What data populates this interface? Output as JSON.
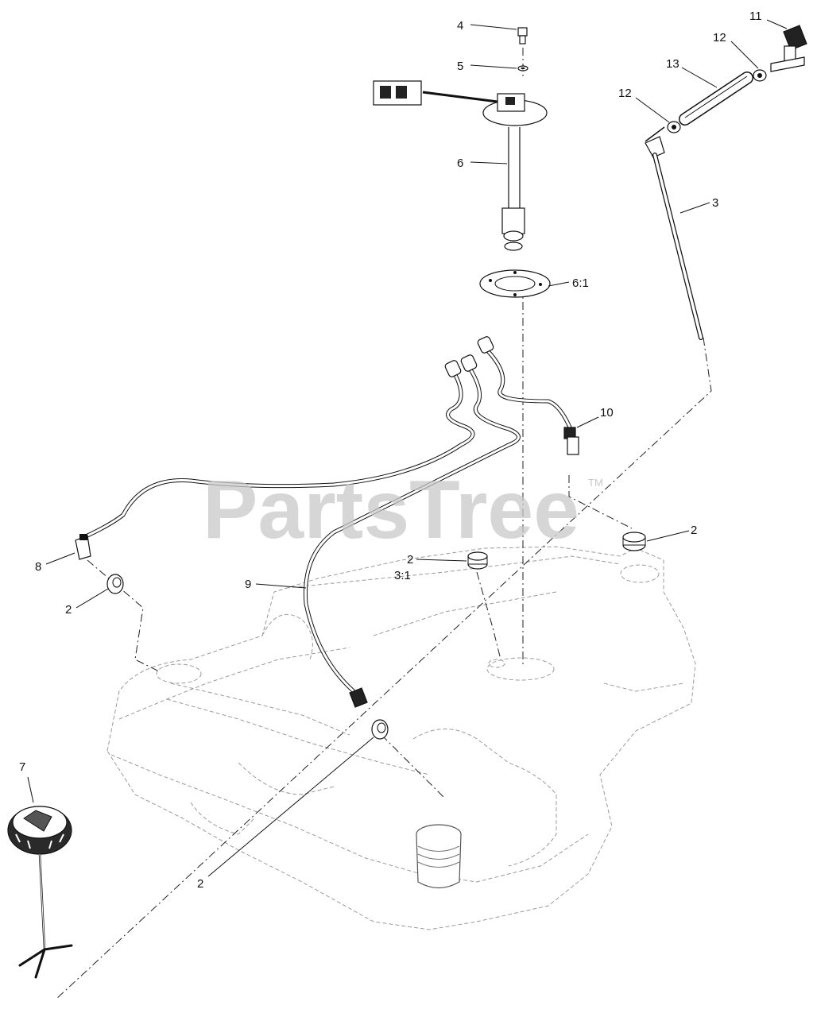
{
  "watermark": {
    "text": "PartsTree",
    "trademark": "TM"
  },
  "callouts": {
    "c4": "4",
    "c5": "5",
    "c6": "6",
    "c6_1": "6:1",
    "c3": "3",
    "c11": "11",
    "c12_top": "12",
    "c13": "13",
    "c12_left": "12",
    "c10": "10",
    "c2_right": "2",
    "c2_mid": "2",
    "c3_1": "3:1",
    "c8": "8",
    "c2_left": "2",
    "c9": "9",
    "c7": "7",
    "c2_bottom": "2"
  }
}
